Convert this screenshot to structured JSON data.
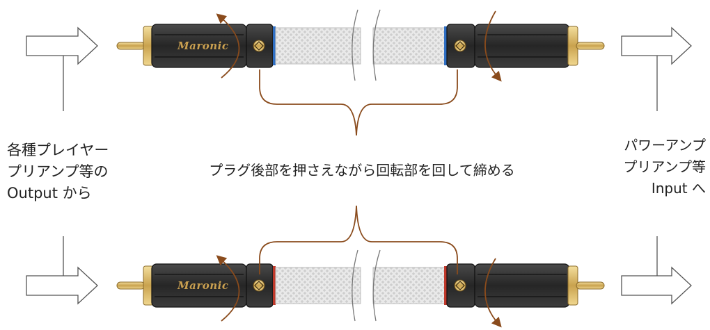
{
  "labels": {
    "left": [
      "各種プレイヤー",
      "プリアンプ等の",
      "Output から"
    ],
    "right": [
      "パワーアンプ",
      "プリアンプ等",
      "Input へ"
    ],
    "center": "プラグ後部を押さえながら回転部を回して締める"
  },
  "brand": "Maronic",
  "colors": {
    "plug_body": "#2b2b2b",
    "cable_sheath": "#e6e6e6",
    "top_ring": "#2f6fc4",
    "bottom_ring": "#c0392b",
    "arrow": "#8a4b1c",
    "gold": "#d8b563"
  }
}
